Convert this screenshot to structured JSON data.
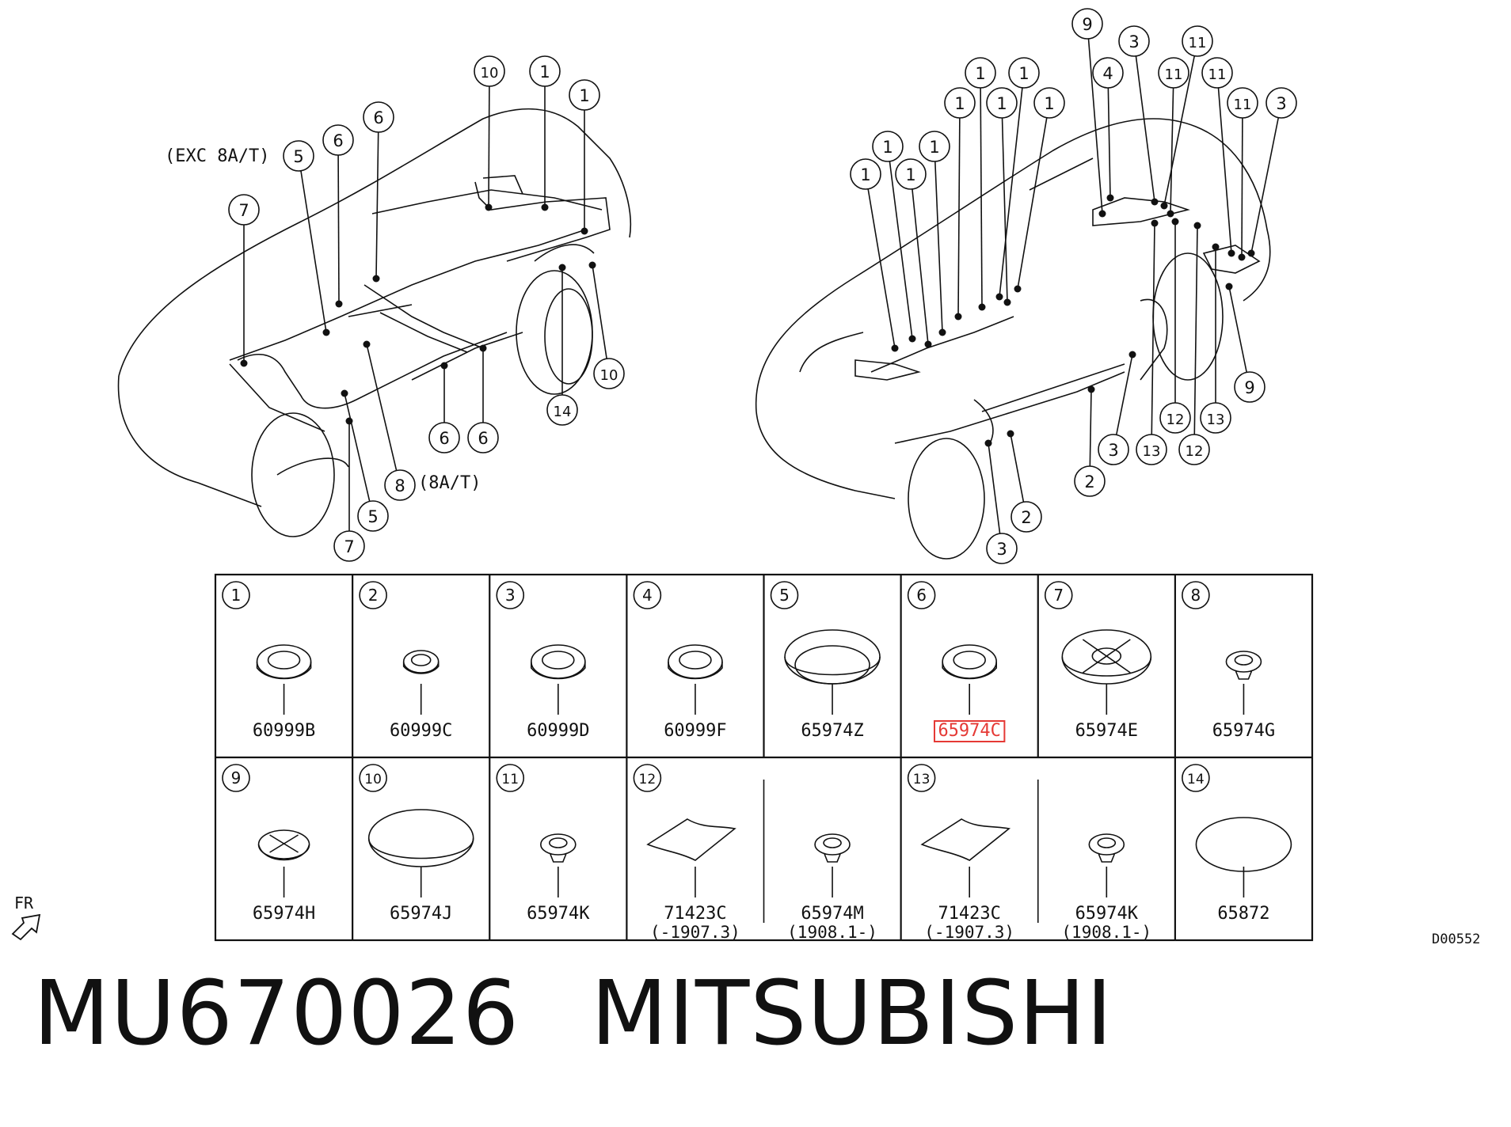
{
  "diagram": {
    "left_view": {
      "callouts": [
        {
          "n": "10"
        },
        {
          "n": "1"
        },
        {
          "n": "1"
        },
        {
          "n": "6"
        },
        {
          "n": "5"
        },
        {
          "n": "6"
        },
        {
          "n": "7"
        },
        {
          "n": "10"
        },
        {
          "n": "14"
        },
        {
          "n": "6"
        },
        {
          "n": "6"
        },
        {
          "n": "8"
        },
        {
          "n": "5"
        },
        {
          "n": "7"
        }
      ],
      "notes": {
        "exc_8at": "(EXC 8A/T)",
        "at_8": "(8A/T)"
      }
    },
    "right_view": {
      "callouts": [
        {
          "n": "9"
        },
        {
          "n": "3"
        },
        {
          "n": "11"
        },
        {
          "n": "4"
        },
        {
          "n": "11"
        },
        {
          "n": "11"
        },
        {
          "n": "11"
        },
        {
          "n": "3"
        },
        {
          "n": "1"
        },
        {
          "n": "1"
        },
        {
          "n": "1"
        },
        {
          "n": "1"
        },
        {
          "n": "1"
        },
        {
          "n": "1"
        },
        {
          "n": "1"
        },
        {
          "n": "1"
        },
        {
          "n": "1"
        },
        {
          "n": "9"
        },
        {
          "n": "12"
        },
        {
          "n": "13"
        },
        {
          "n": "13"
        },
        {
          "n": "12"
        },
        {
          "n": "3"
        },
        {
          "n": "2"
        },
        {
          "n": "2"
        },
        {
          "n": "3"
        }
      ]
    },
    "parts_table": {
      "row1": [
        {
          "n": "1",
          "part": "60999B",
          "shape": "grommet"
        },
        {
          "n": "2",
          "part": "60999C",
          "shape": "grommet-small"
        },
        {
          "n": "3",
          "part": "60999D",
          "shape": "grommet"
        },
        {
          "n": "4",
          "part": "60999F",
          "shape": "grommet"
        },
        {
          "n": "5",
          "part": "65974Z",
          "shape": "ring-large"
        },
        {
          "n": "6",
          "part": "65974C",
          "shape": "grommet",
          "highlight": true
        },
        {
          "n": "7",
          "part": "65974E",
          "shape": "cross-plug"
        },
        {
          "n": "8",
          "part": "65974G",
          "shape": "push-small"
        }
      ],
      "row2": [
        {
          "n": "9",
          "part": "65974H",
          "shape": "cross-small"
        },
        {
          "n": "10",
          "part": "65974J",
          "shape": "cap"
        },
        {
          "n": "11",
          "part": "65974K",
          "shape": "push-small"
        },
        {
          "n": "12",
          "part": "71423C",
          "sub": "(-1907.3)",
          "shape": "tape",
          "part2": "65974M",
          "sub2": "(1908.1-)",
          "shape2": "push-small"
        },
        {
          "n": "13",
          "part": "71423C",
          "sub": "(-1907.3)",
          "shape": "tape",
          "part2": "65974K",
          "sub2": "(1908.1-)",
          "shape2": "push-small"
        },
        {
          "n": "14",
          "part": "65872",
          "shape": "oval"
        }
      ]
    },
    "fr_label": "FR",
    "diagram_code": "D00552",
    "highlight_color": "#e53935"
  },
  "footer": {
    "part_number": "MU670026",
    "brand": "MITSUBISHI"
  }
}
